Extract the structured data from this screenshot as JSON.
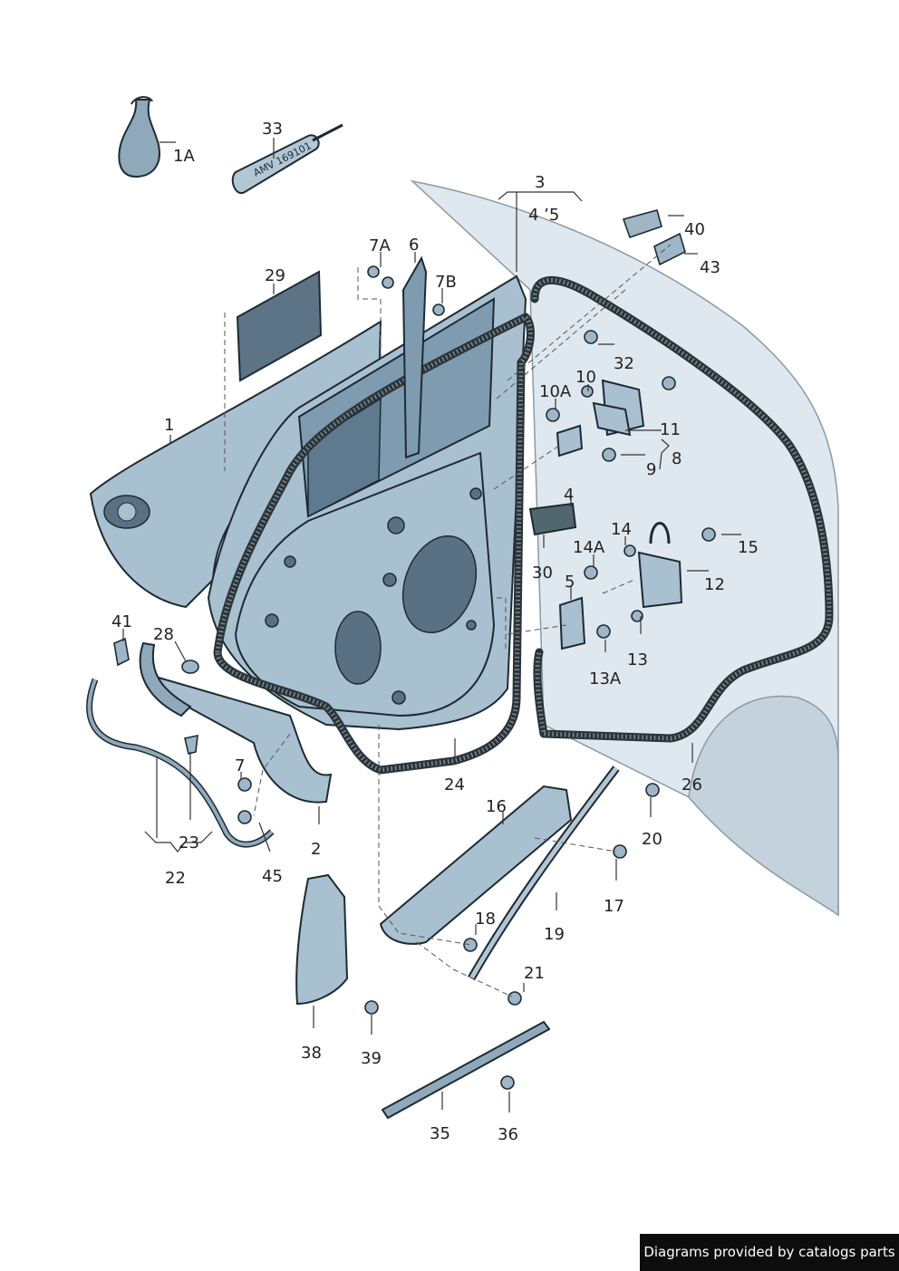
{
  "tube_label": "AMV 169101",
  "callouts": {
    "c1A": "1A",
    "c33": "33",
    "c3": "3",
    "c4_5": "4  ’5",
    "c40": "40",
    "c43": "43",
    "c7A": "7A",
    "c6": "6",
    "c7B": "7B",
    "c29": "29",
    "c1": "1",
    "c32": "32",
    "c10": "10",
    "c10A": "10A",
    "c11": "11",
    "c8": "8",
    "c9": "9",
    "c4": "4",
    "c14": "14",
    "c14A": "14A",
    "c15": "15",
    "c30": "30",
    "c5": "5",
    "c12": "12",
    "c13": "13",
    "c13A": "13A",
    "c41": "41",
    "c28": "28",
    "c7": "7",
    "c24": "24",
    "c26": "26",
    "c16": "16",
    "c20": "20",
    "c23": "23",
    "c2": "2",
    "c22": "22",
    "c45": "45",
    "c17": "17",
    "c18": "18",
    "c19": "19",
    "c21": "21",
    "c38": "38",
    "c39": "39",
    "c35": "35",
    "c36": "36"
  },
  "credit": "Diagrams provided by catalogs parts"
}
